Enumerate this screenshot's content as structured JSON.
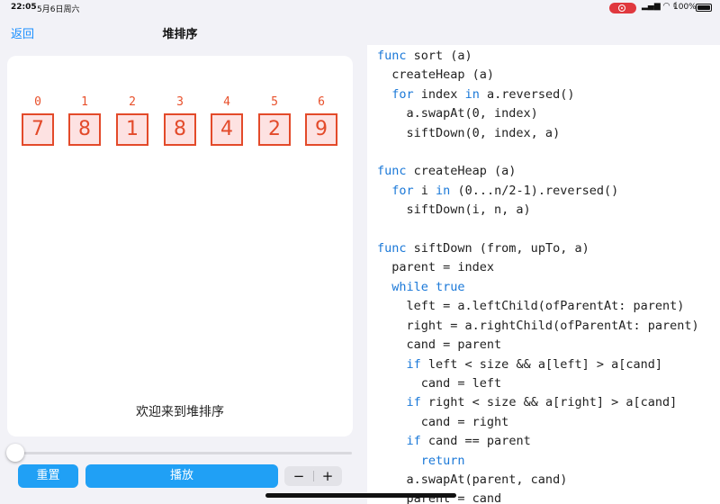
{
  "status_bar": {
    "time": "22:05",
    "date": "5月6日周六",
    "battery": "100%"
  },
  "nav": {
    "back_label": "返回",
    "title": "堆排序"
  },
  "array": {
    "indices": [
      "0",
      "1",
      "2",
      "3",
      "4",
      "5",
      "6"
    ],
    "values": [
      "7",
      "8",
      "1",
      "8",
      "4",
      "2",
      "9"
    ]
  },
  "welcome_text": "欢迎来到堆排序",
  "slider": {
    "value": 0
  },
  "controls": {
    "reset_label": "重置",
    "play_label": "播放",
    "minus_label": "−",
    "plus_label": "+"
  },
  "code_lines": [
    "func sort (a)",
    "  createHeap (a)",
    "  for index in a.reversed()",
    "    a.swapAt(0, index)",
    "    siftDown(0, index, a)",
    "",
    "func createHeap (a)",
    "  for i in (0...n/2-1).reversed()",
    "    siftDown(i, n, a)",
    "",
    "func siftDown (from, upTo, a)",
    "  parent = index",
    "  while true",
    "    left = a.leftChild(ofParentAt: parent)",
    "    right = a.rightChild(ofParentAt: parent)",
    "    cand = parent",
    "    if left < size && a[left] > a[cand]",
    "      cand = left",
    "    if right < size && a[right] > a[cand]",
    "      cand = right",
    "    if cand == parent",
    "      return",
    "    a.swapAt(parent, cand)",
    "    parent = cand"
  ]
}
